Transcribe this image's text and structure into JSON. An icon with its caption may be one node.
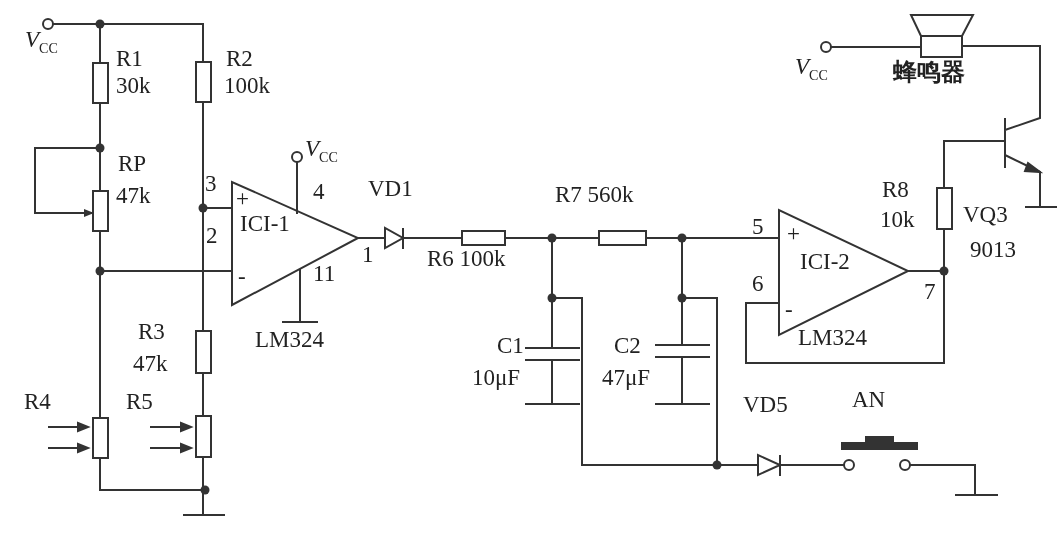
{
  "diagram": {
    "labels": [
      "*V*$_{CC}$",
      "R1",
      "30k",
      "R2",
      "100k",
      "*V*$_{CC}$",
      "蜂鸣器",
      "*V*$_{CC}$",
      "RP",
      "47k",
      "3",
      "+",
      "4",
      "VD1",
      "R7 560k",
      "R8",
      "10k",
      "VQ3",
      "5",
      "+",
      "ICI-1",
      "2",
      "1",
      "ICI-2",
      "9013",
      "R6 100k",
      "-",
      "11",
      "6",
      "7",
      "-",
      "R3",
      "LM324",
      "LM324",
      "C1",
      "C2",
      "47k",
      "10μF",
      "47μF",
      "R4",
      "R5",
      "VD5",
      "AN"
    ]
  }
}
